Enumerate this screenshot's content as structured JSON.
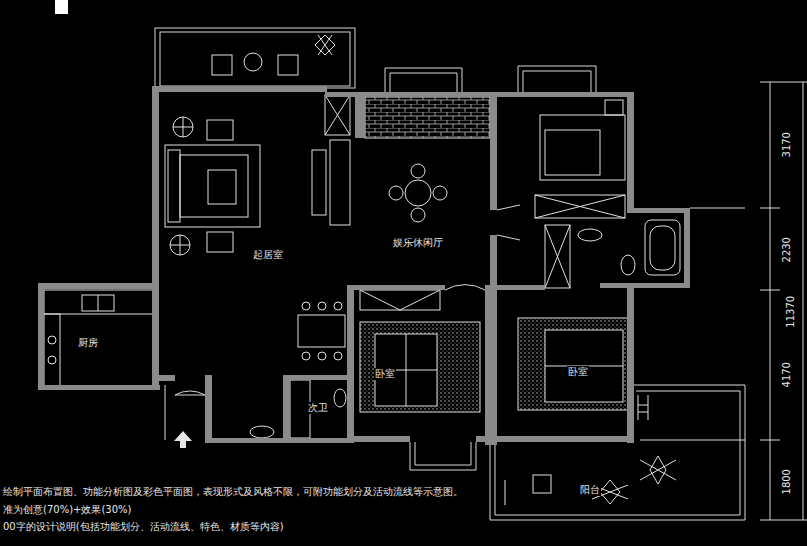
{
  "diagram": {
    "labels": [
      "起居室",
      "娱乐休闲厅",
      "厨房",
      "次卫",
      "卧室",
      "卧室",
      "阳台",
      "3170",
      "2230",
      "11370",
      "4170",
      "1800",
      "绘制平面布置图、功能分析图及彩色平面图，表现形式及风格不限，可附功能划分及活动流线等示意图。",
      "准为创意(70%)+效果(30%)",
      "00字的设计说明(包括功能划分、活动流线、特色、材质等内容)"
    ]
  }
}
